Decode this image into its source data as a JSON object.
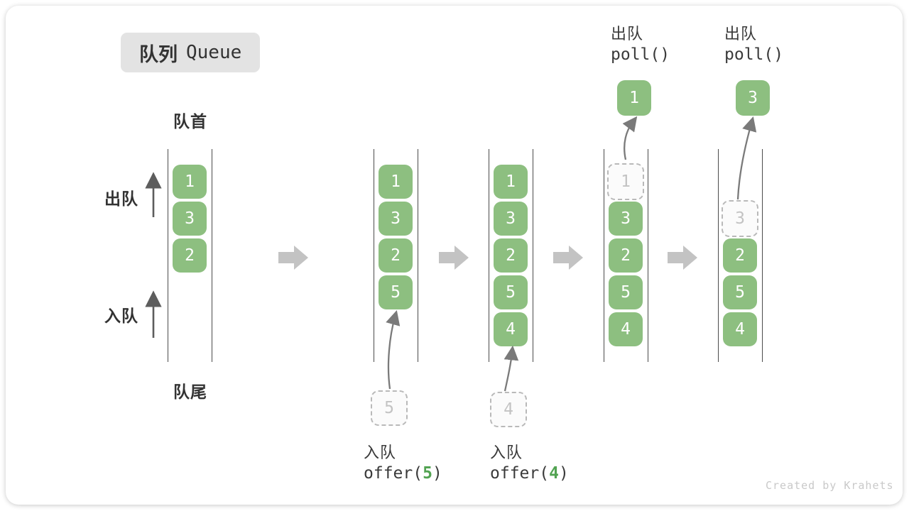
{
  "title": {
    "zh": "队列",
    "en": "Queue"
  },
  "labels": {
    "front": "队首",
    "rear": "队尾",
    "dequeue_side": "出队",
    "enqueue_side": "入队"
  },
  "colors": {
    "block_green": "#8dbf80",
    "code_arg_green": "#52a352",
    "big_arrow_grey": "#c3c3c3",
    "thin_arrow_grey": "#7a7a7a",
    "dashed_border_grey": "#b9b9b9"
  },
  "queues": [
    {
      "name": "state-initial",
      "blocks": [
        {
          "value": "1",
          "row": 0,
          "state": "filled"
        },
        {
          "value": "3",
          "row": 1,
          "state": "filled"
        },
        {
          "value": "2",
          "row": 2,
          "state": "filled"
        }
      ]
    },
    {
      "name": "state-after-offer-5",
      "blocks": [
        {
          "value": "1",
          "row": 0,
          "state": "filled"
        },
        {
          "value": "3",
          "row": 1,
          "state": "filled"
        },
        {
          "value": "2",
          "row": 2,
          "state": "filled"
        },
        {
          "value": "5",
          "row": 3,
          "state": "filled"
        }
      ]
    },
    {
      "name": "state-after-offer-4",
      "blocks": [
        {
          "value": "1",
          "row": 0,
          "state": "filled"
        },
        {
          "value": "3",
          "row": 1,
          "state": "filled"
        },
        {
          "value": "2",
          "row": 2,
          "state": "filled"
        },
        {
          "value": "5",
          "row": 3,
          "state": "filled"
        },
        {
          "value": "4",
          "row": 4,
          "state": "filled"
        }
      ]
    },
    {
      "name": "state-poll-1",
      "blocks": [
        {
          "value": "1",
          "row": 0,
          "state": "dashed"
        },
        {
          "value": "3",
          "row": 1,
          "state": "filled"
        },
        {
          "value": "2",
          "row": 2,
          "state": "filled"
        },
        {
          "value": "5",
          "row": 3,
          "state": "filled"
        },
        {
          "value": "4",
          "row": 4,
          "state": "filled"
        }
      ]
    },
    {
      "name": "state-poll-3",
      "blocks": [
        {
          "value": "3",
          "row": 1,
          "state": "dashed"
        },
        {
          "value": "2",
          "row": 2,
          "state": "filled"
        },
        {
          "value": "5",
          "row": 3,
          "state": "filled"
        },
        {
          "value": "4",
          "row": 4,
          "state": "filled"
        }
      ]
    }
  ],
  "operations": {
    "enqueue5": {
      "zh": "入队",
      "code_prefix": "offer(",
      "arg": "5",
      "code_suffix": ")",
      "staged_value": "5"
    },
    "enqueue4": {
      "zh": "入队",
      "code_prefix": "offer(",
      "arg": "4",
      "code_suffix": ")",
      "staged_value": "4"
    },
    "poll1": {
      "zh": "出队",
      "code": "poll()",
      "result_value": "1"
    },
    "poll2": {
      "zh": "出队",
      "code": "poll()",
      "result_value": "3"
    }
  },
  "watermark": "Created by Krahets"
}
